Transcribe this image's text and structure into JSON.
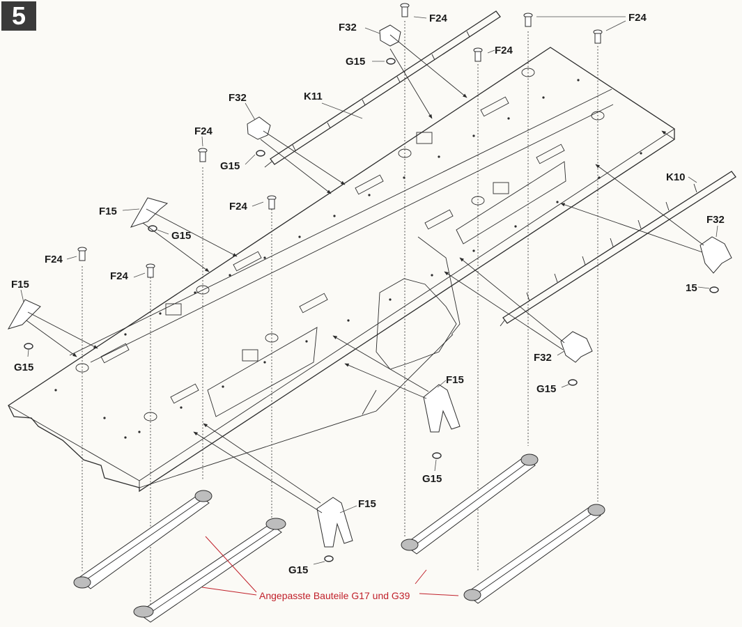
{
  "step": {
    "number": "5"
  },
  "labels": {
    "F24": "F24",
    "F32": "F32",
    "F15": "F15",
    "G15": "G15",
    "K11": "K11",
    "K10": "K10",
    "partial15": "15"
  },
  "note": {
    "text": "Angepasste Bauteile G17 und G39",
    "color": "#c0202a"
  },
  "colors": {
    "line": "#2b2b2b",
    "paper": "#fbfaf6",
    "badge": "#3a3a3a"
  }
}
